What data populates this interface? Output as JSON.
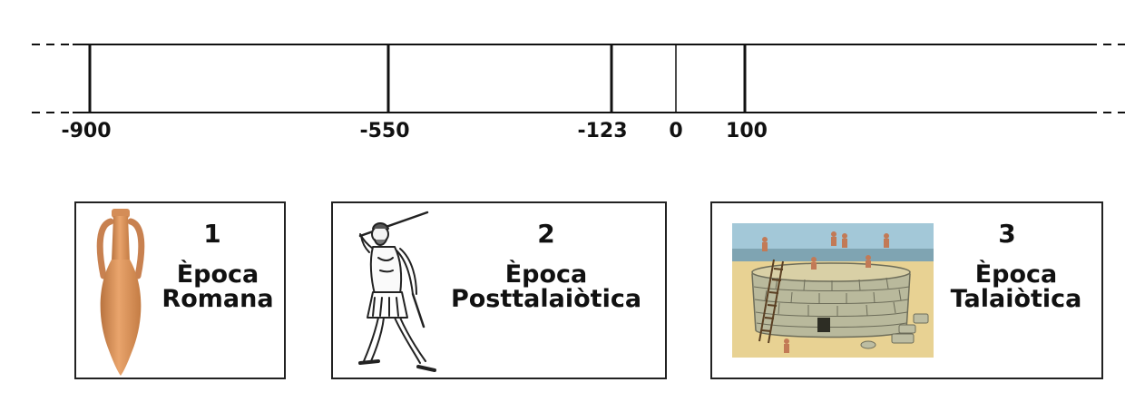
{
  "timeline": {
    "ticks": [
      "-900",
      "-550",
      "-123",
      "0",
      "100"
    ]
  },
  "cards": [
    {
      "number": "1",
      "title_line1": "Època",
      "title_line2": "Romana",
      "image": "amphora-icon"
    },
    {
      "number": "2",
      "title_line1": "Època",
      "title_line2": "Posttalaiòtica",
      "image": "warrior-slinger-icon"
    },
    {
      "number": "3",
      "title_line1": "Època",
      "title_line2": "Talaiòtica",
      "image": "talaiot-construction-icon"
    }
  ],
  "colors": {
    "line": "#111111",
    "amphora": "#d9925a",
    "stone": "#b5b59a",
    "sky": "#9fc6d6",
    "ground": "#e6d08f"
  }
}
